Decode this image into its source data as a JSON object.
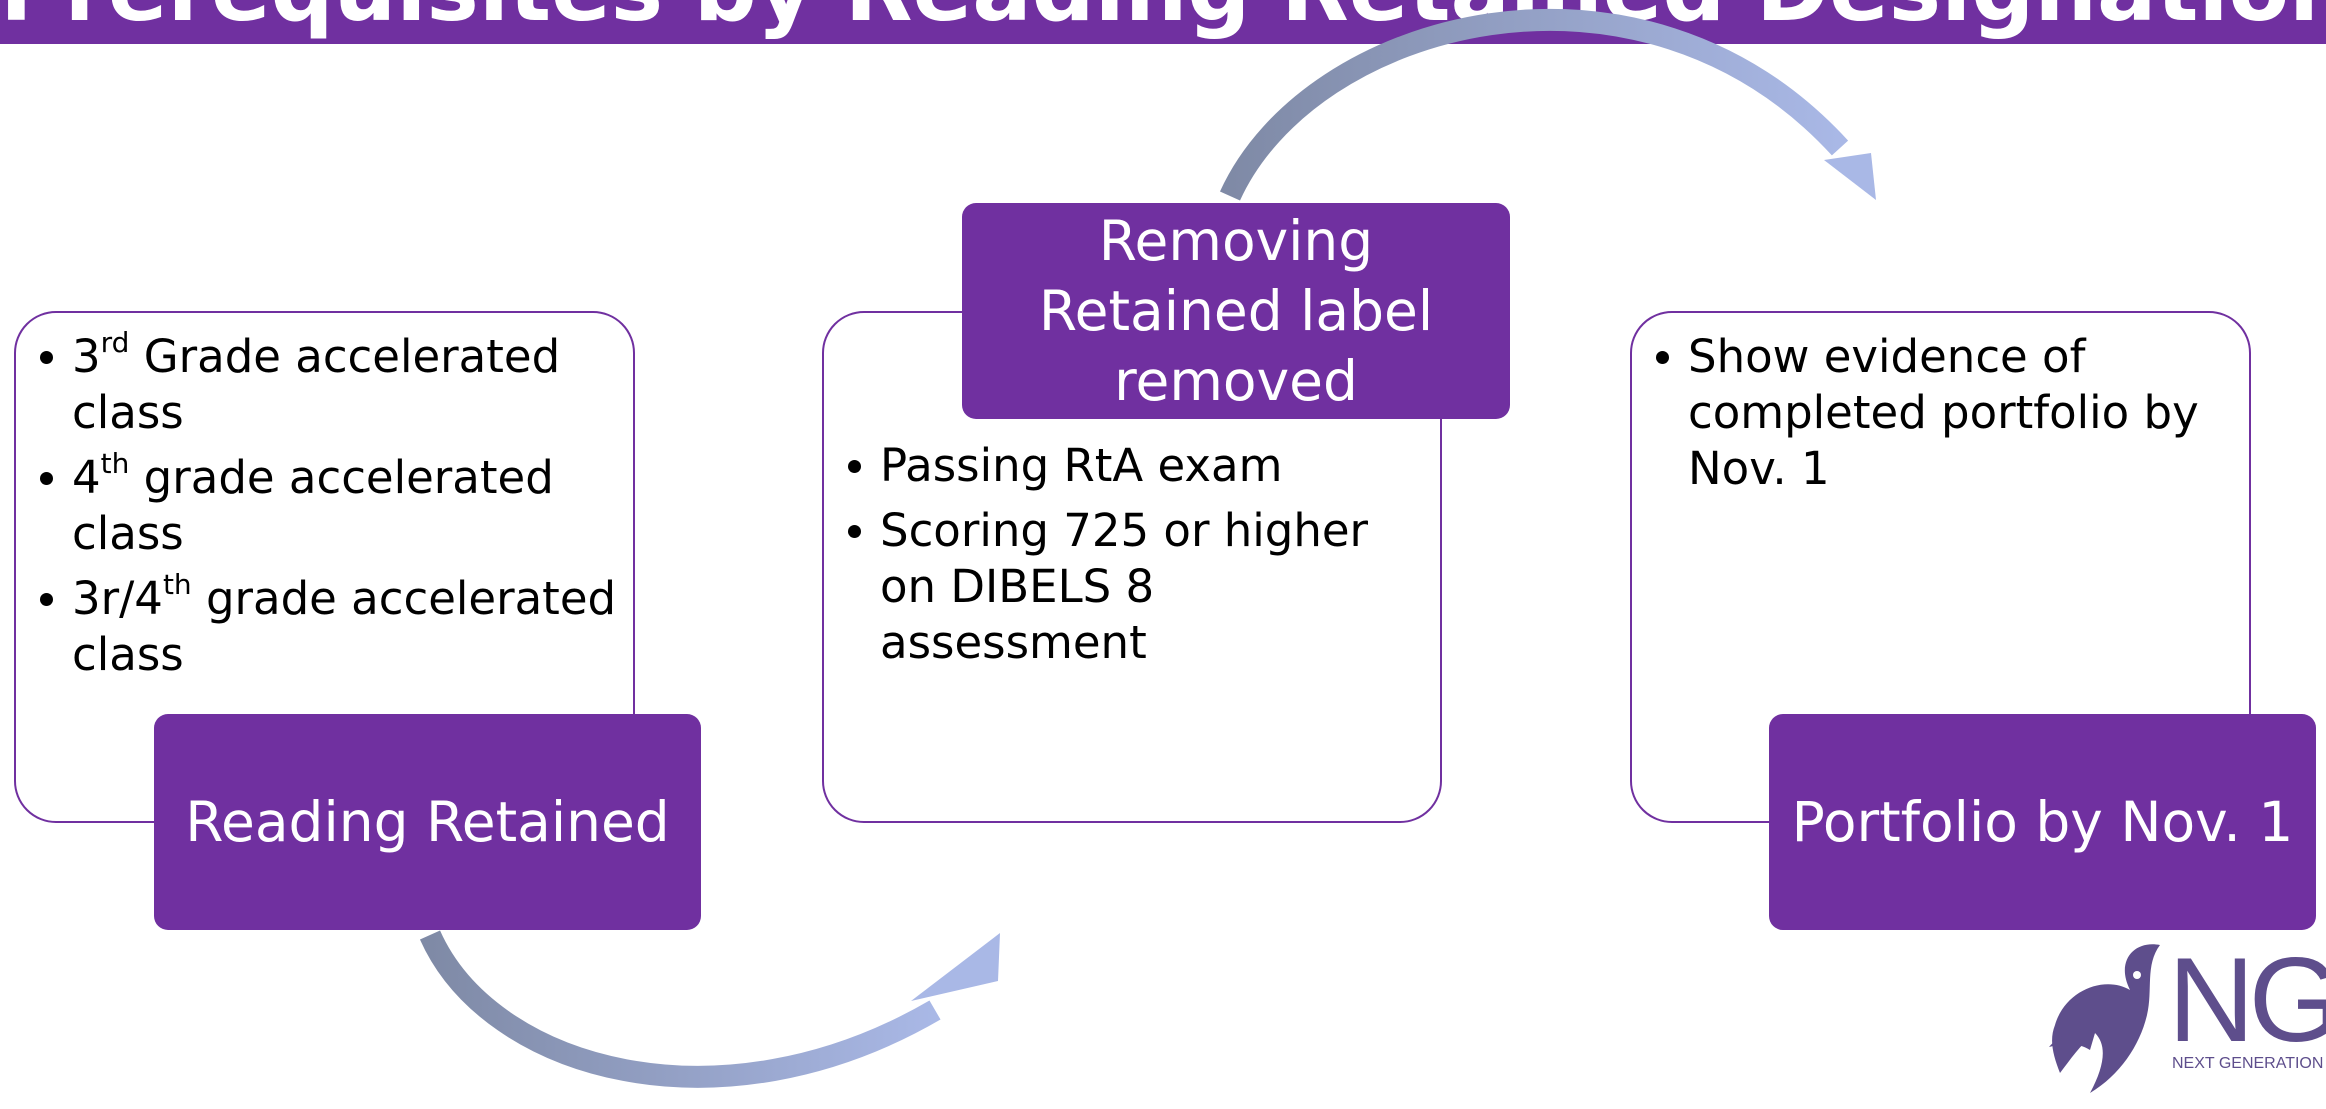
{
  "header": {
    "title": "Prerequisites by Reading Retained Designation"
  },
  "steps": [
    {
      "label": "Reading Retained",
      "bullets": [
        {
          "pre": "3",
          "sup": "rd",
          "post": " Grade accelerated class"
        },
        {
          "pre": "4",
          "sup": "th",
          "post": " grade accelerated class"
        },
        {
          "pre": "3r/4",
          "sup": "th",
          "post": " grade accelerated class"
        }
      ]
    },
    {
      "label": "Removing Retained label removed",
      "bullets": [
        {
          "text": "Passing RtA exam"
        },
        {
          "text": "Scoring 725 or higher on DIBELS 8 assessment"
        }
      ]
    },
    {
      "label": "Portfolio by Nov. 1",
      "bullets": [
        {
          "text": "Show evidence of completed portfolio by Nov. 1"
        }
      ]
    }
  ],
  "logo": {
    "letters": "NG",
    "tagline": "NEXT GENERATION",
    "icon": "eagle-icon"
  },
  "colors": {
    "primary": "#7030a0",
    "arrow_dark": "#7f8aa6",
    "arrow_light": "#a9b8e6",
    "logo": "#5e4e8c"
  }
}
